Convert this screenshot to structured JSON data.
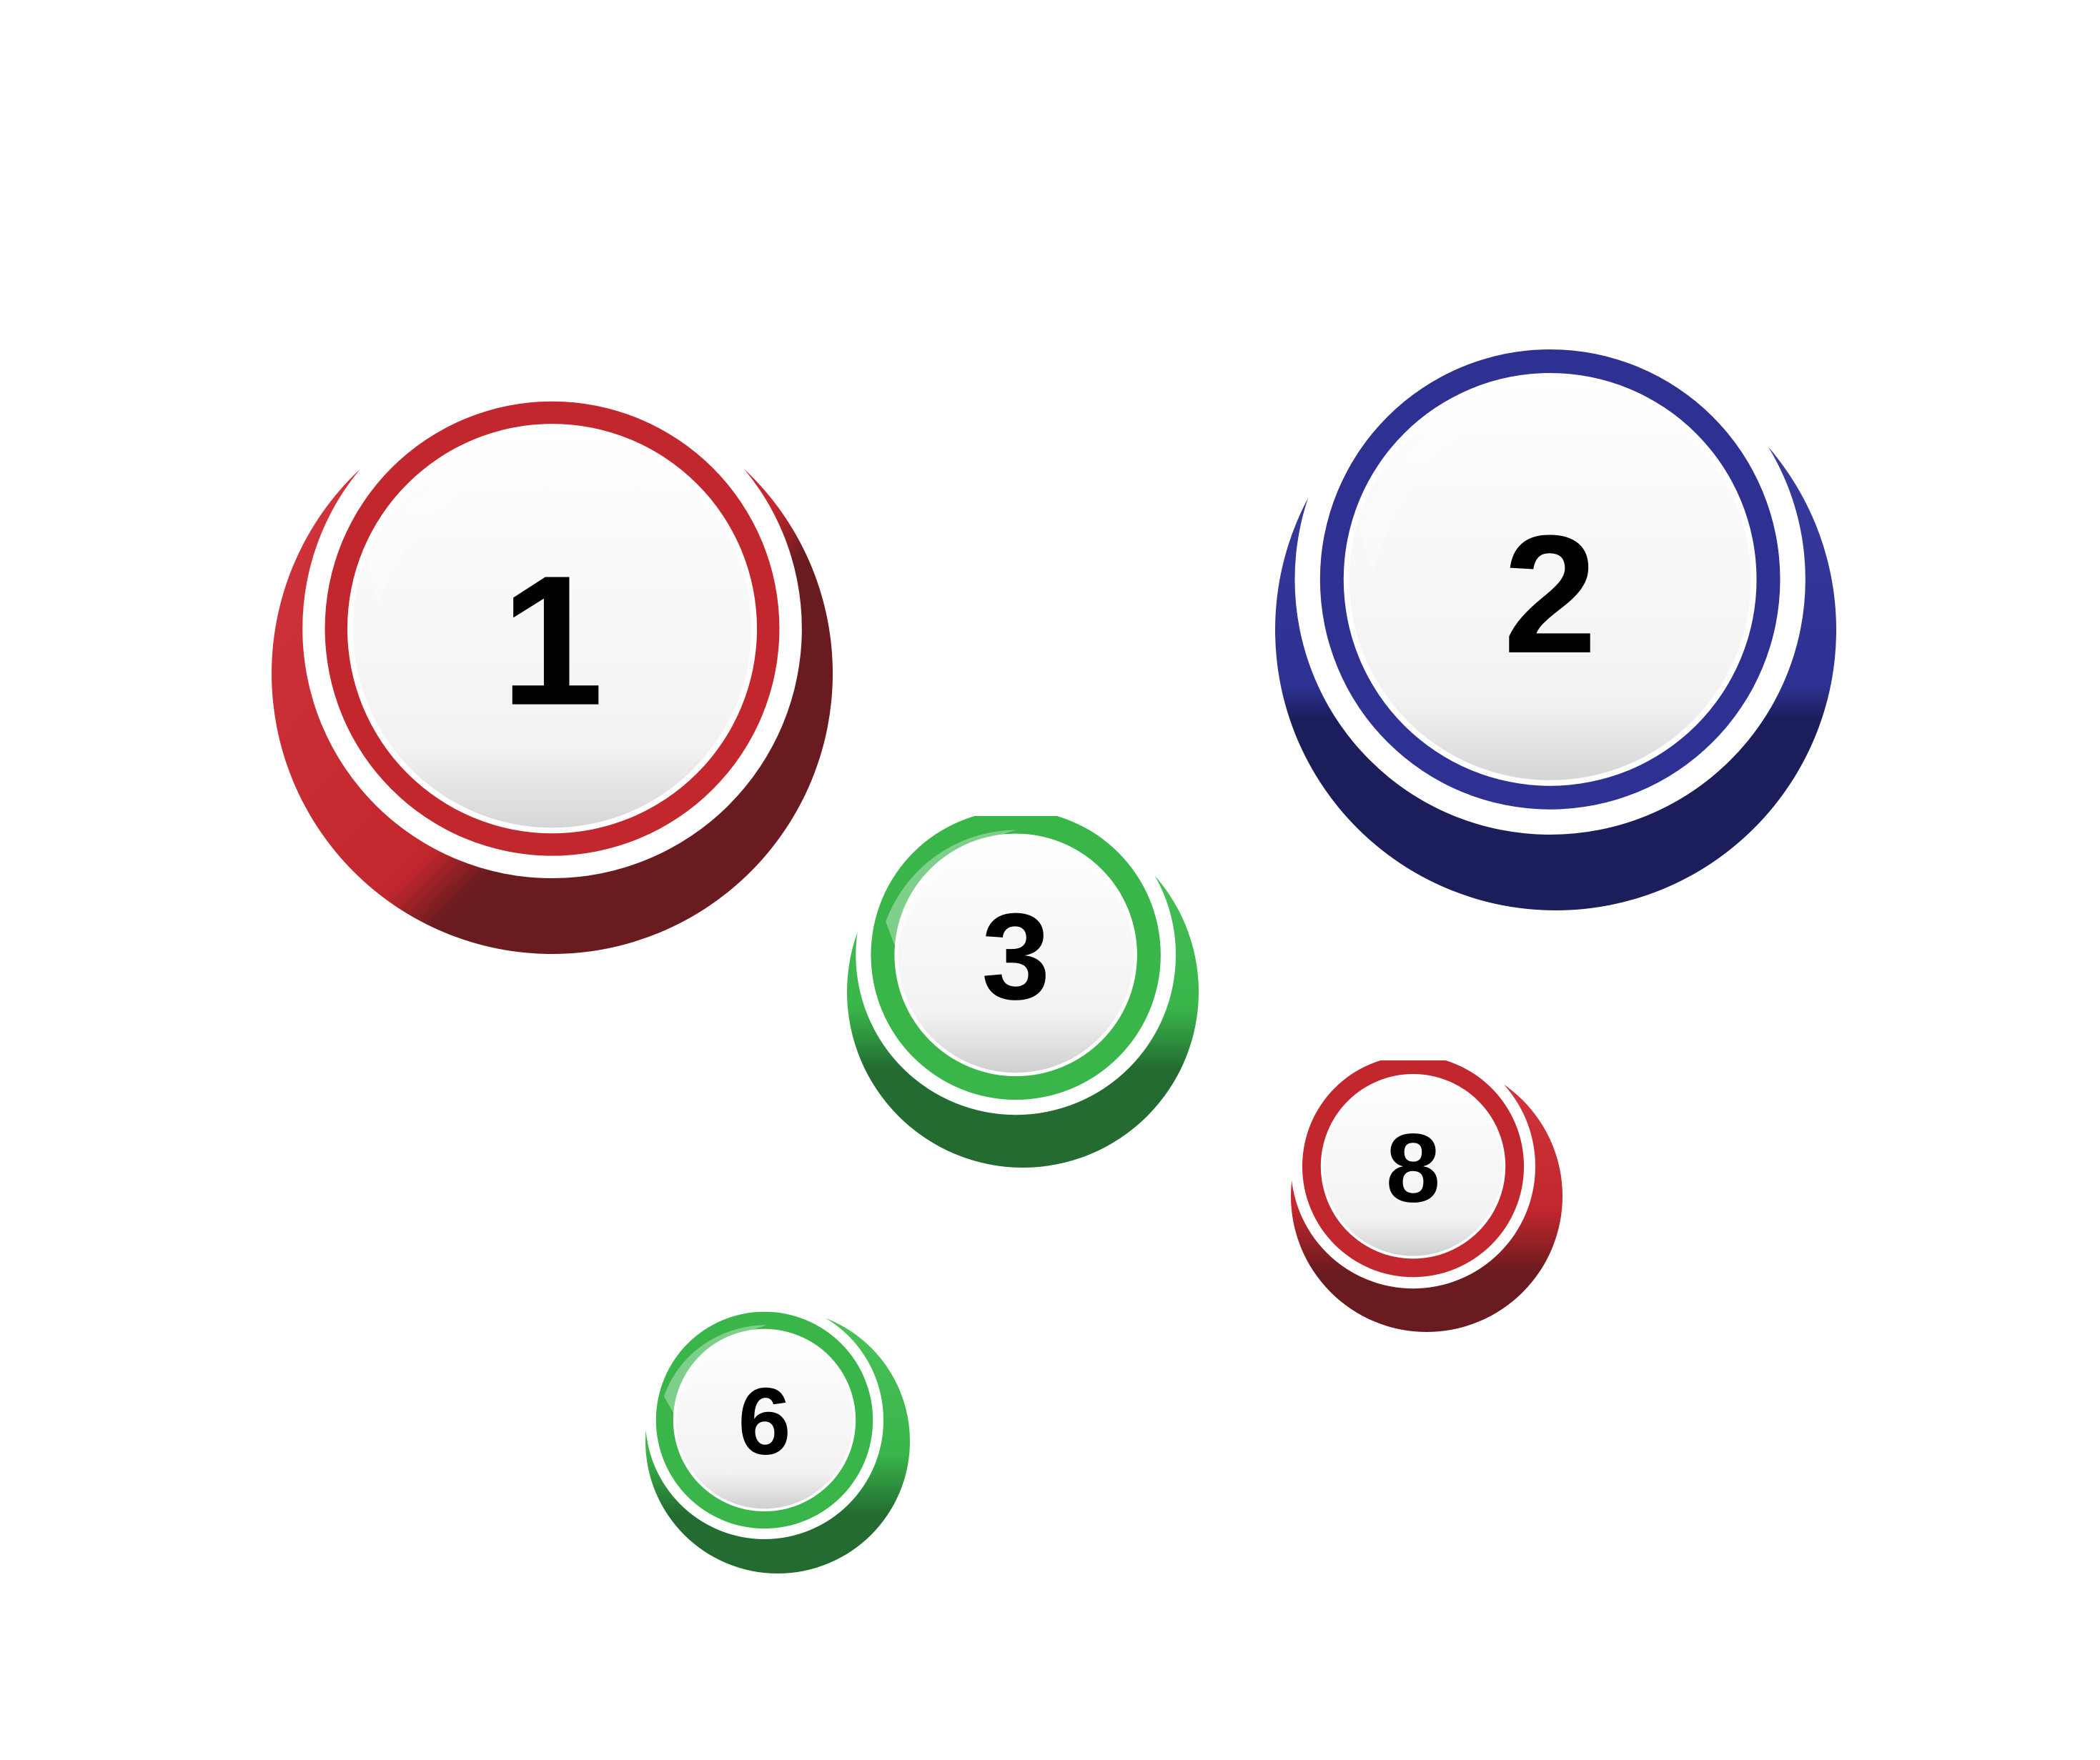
{
  "balls": [
    {
      "number": "1",
      "color": "red",
      "shades": {
        "light": "#d3363f",
        "base": "#c1272d",
        "dark": "#6a1b1f"
      }
    },
    {
      "number": "2",
      "color": "blue",
      "shades": {
        "light": "#3b3f9e",
        "base": "#2e3192",
        "dark": "#1b1e5a"
      }
    },
    {
      "number": "3",
      "color": "green",
      "shades": {
        "light": "#4cc35a",
        "base": "#39b54a",
        "dark": "#236b30"
      }
    },
    {
      "number": "8",
      "color": "red",
      "shades": {
        "light": "#d3363f",
        "base": "#c1272d",
        "dark": "#6a1b1f"
      }
    },
    {
      "number": "6",
      "color": "green",
      "shades": {
        "light": "#4cc35a",
        "base": "#39b54a",
        "dark": "#236b30"
      }
    }
  ],
  "colors": {
    "background": "#ffffff",
    "face": "#f2f2f2",
    "face-shadow": "#d9d9d9",
    "number-ink": "#000000",
    "ring-white": "#ffffff"
  },
  "icons": {
    "ball": "bingo-ball-icon"
  }
}
